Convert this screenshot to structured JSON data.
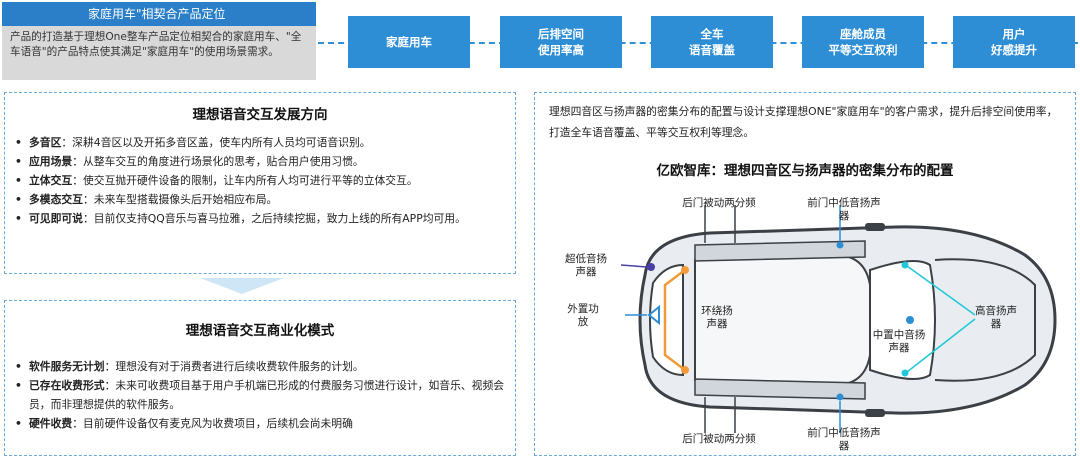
{
  "positioning": {
    "title": "家庭用车\"相契合产品定位",
    "text": "产品的打造基于理想One整车产品定位相契合的家庭用车、\"全车语音\"的产品特点使其满足\"家庭用车\"的使用场景需求。"
  },
  "flow": [
    {
      "line1": "家庭用车",
      "line2": ""
    },
    {
      "line1": "后排空间",
      "line2": "使用率高"
    },
    {
      "line1": "全车",
      "line2": "语音覆盖"
    },
    {
      "line1": "座舱成员",
      "line2": "平等交互权利"
    },
    {
      "line1": "用户",
      "line2": "好感提升"
    }
  ],
  "development": {
    "title": "理想语音交互发展方向",
    "items": [
      {
        "head": "多音区",
        "text": "：深耕4音区以及开拓多音区盖，使车内所有人员均可语音识别。"
      },
      {
        "head": "应用场景",
        "text": "：从整车交互的角度进行场景化的思考，贴合用户使用习惯。"
      },
      {
        "head": "立体交互",
        "text": "：使交互抛开硬件设备的限制，让车内所有人均可进行平等的立体交互。"
      },
      {
        "head": "多模态交互",
        "text": "：未来车型搭载摄像头后开始相应布局。"
      },
      {
        "head": "可见即可说",
        "text": "：目前仅支持QQ音乐与喜马拉雅，之后持续挖掘，致力上线的所有APP均可用。"
      }
    ]
  },
  "commercial": {
    "title": "理想语音交互商业化模式",
    "items": [
      {
        "head": "软件服务无计划",
        "text": "：理想没有对于消费者进行后续收费软件服务的计划。"
      },
      {
        "head": "已存在收费形式",
        "text": "：未来可收费项目基于用户手机端已形成的付费服务习惯进行设计，如音乐、视频会员，而非理想提供的软件服务。"
      },
      {
        "head": "硬件收费",
        "text": "：目前硬件设备仅有麦克风为收费项目，后续机会尚未明确"
      }
    ]
  },
  "right": {
    "intro": "理想四音区与扬声器的密集分布的配置与设计支撑理想ONE\"家庭用车\"的客户需求，提升后排空间使用率，打造全车语音覆盖、平等交互权利等理念。",
    "chart_title": "亿欧智库：理想四音区与扬声器的密集分布的配置",
    "labels": {
      "rear_top": "后门被动两分频",
      "front_top": "前门中低音扬声器",
      "subwoofer": "超低音扬声器",
      "amp": "外置功放",
      "surround": "环绕扬声器",
      "center": "中置中音扬声器",
      "tweeter": "高音扬声器",
      "rear_bottom": "后门被动两分频",
      "front_bottom": "前门中低音扬声器"
    }
  },
  "colors": {
    "accent": "#2d8ed6",
    "cyan": "#1ec8d8",
    "orange": "#f39a3a",
    "purple": "#4a3fa8"
  }
}
